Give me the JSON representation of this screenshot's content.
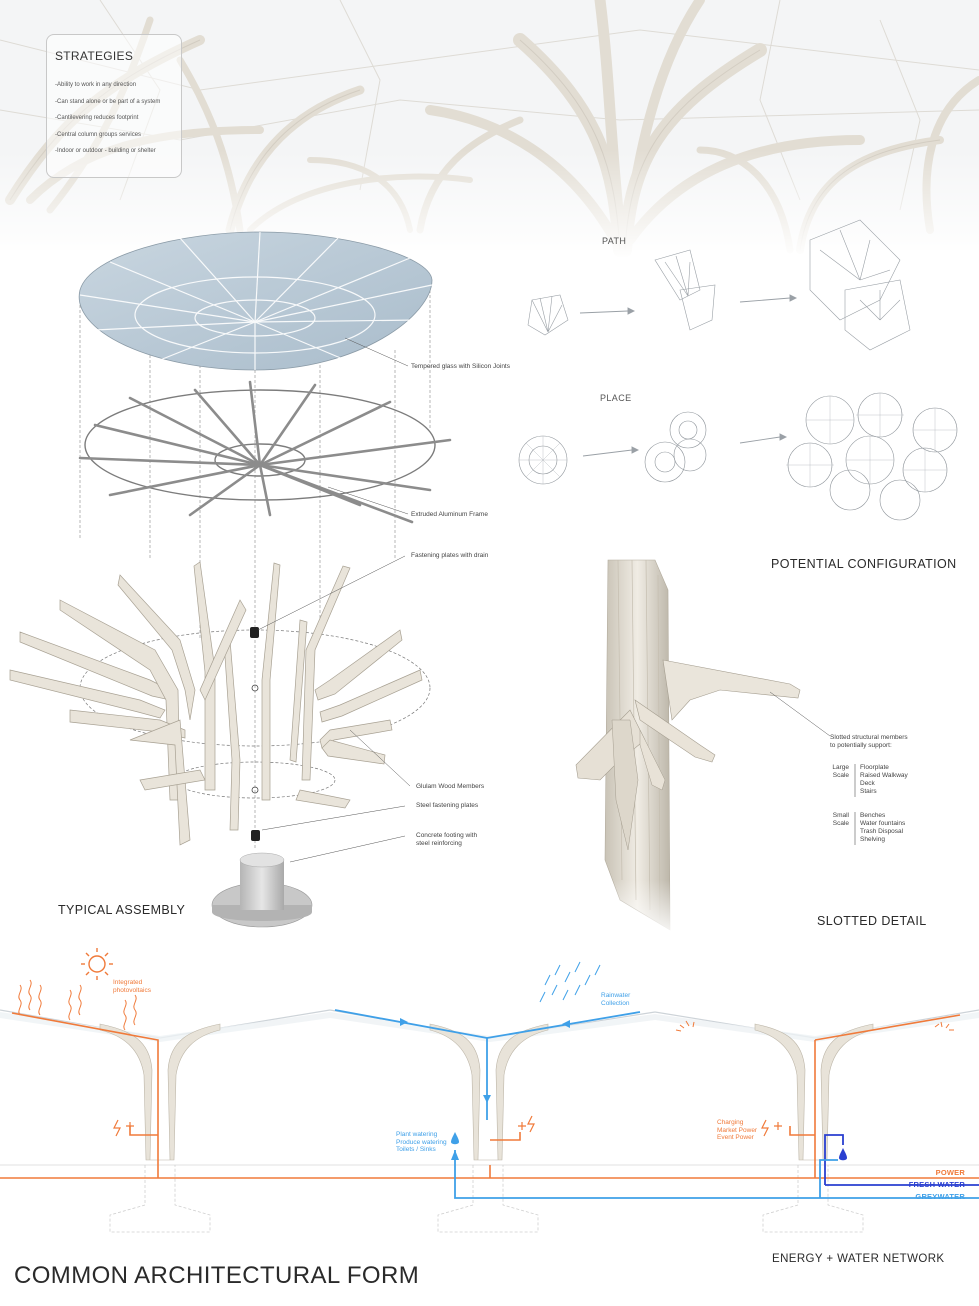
{
  "strategies": {
    "title": "STRATEGIES",
    "items": [
      "-Ability to work in any direction",
      "-Can stand alone or be part of a system",
      "-Cantilevering reduces footprint",
      "-Central column groups services",
      "-Indoor or outdoor - building or shelter"
    ]
  },
  "assembly": {
    "title": "TYPICAL ASSEMBLY",
    "labels": {
      "glass": "Tempered glass with Silicon Joints",
      "frame": "Extruded Aluminum Frame",
      "plates_drain": "Fastening plates with drain",
      "glulam": "Glulam Wood Members",
      "steel_plates": "Steel fastening plates",
      "footing_1": "Concrete footing with",
      "footing_2": "steel reinforcing"
    }
  },
  "configuration": {
    "title": "POTENTIAL CONFIGURATION",
    "path_label": "PATH",
    "place_label": "PLACE"
  },
  "slotted": {
    "title": "SLOTTED DETAIL",
    "note_1": "Slotted structural members",
    "note_2": "to potentially support:",
    "large": {
      "label_1": "Large",
      "label_2": "Scale",
      "items": [
        "Floorplate",
        "Raised Walkway",
        "Deck",
        "Stairs"
      ]
    },
    "small": {
      "label_1": "Small",
      "label_2": "Scale",
      "items": [
        "Benches",
        "Water fountains",
        "Trash Disposal",
        "Shelving"
      ]
    }
  },
  "network": {
    "title": "ENERGY + WATER NETWORK",
    "pv_1": "Integrated",
    "pv_2": "photovoltaics",
    "rain_1": "Rainwater",
    "rain_2": "Collection",
    "uses": [
      "Plant watering",
      "Produce watering",
      "Toilets / Sinks"
    ],
    "charging": [
      "Charging",
      "Market Power",
      "Event Power"
    ],
    "legend": {
      "power": "POWER",
      "fresh": "FRESH WATER",
      "grey": "GREYWATER"
    },
    "colors": {
      "power": "#f07a3a",
      "fresh": "#2a3fd0",
      "grey": "#3fa0e8"
    }
  },
  "board_title": "COMMON ARCHITECTURAL FORM"
}
